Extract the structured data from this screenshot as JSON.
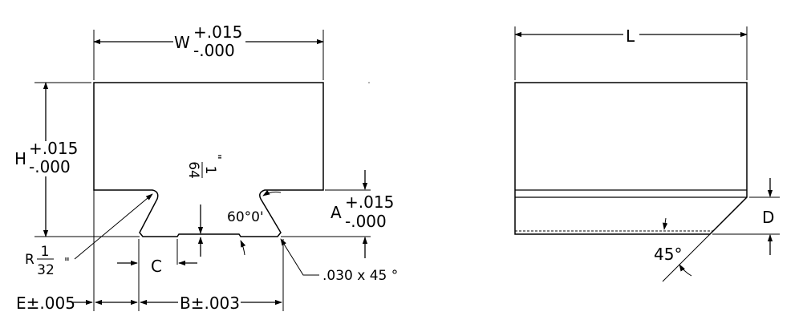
{
  "front_view": {
    "width": {
      "letter": "W",
      "plus": "+.015",
      "minus": "-.000"
    },
    "height": {
      "letter": "H",
      "plus": "+.015",
      "minus": "-.000"
    },
    "depth_a": {
      "letter": "A",
      "plus": "+.015",
      "minus": "-.000"
    },
    "relief": {
      "num": "1",
      "den": "64",
      "unit": "\""
    },
    "radius": {
      "prefix": "R",
      "num": "1",
      "den": "32",
      "unit": "\""
    },
    "angle": "60°0'",
    "slot_c": "C",
    "dim_e": "E±.005",
    "dim_b": "B±.003",
    "chamfer": ".030 x 45 °"
  },
  "side_view": {
    "length": "L",
    "depth": "D",
    "angle": "45°"
  }
}
